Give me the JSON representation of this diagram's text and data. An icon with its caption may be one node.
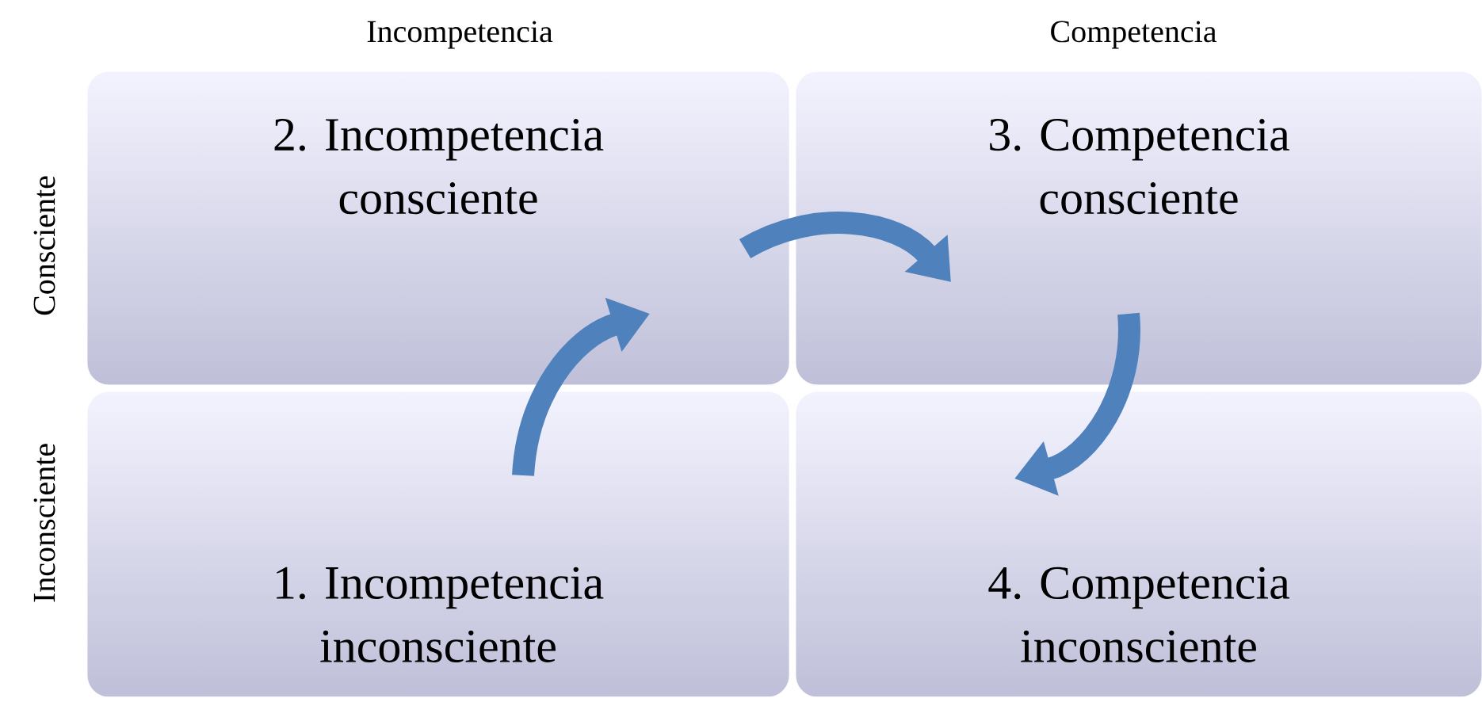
{
  "diagram": {
    "nodes": [
      {
        "text": [
          "2. Incompetencia consciente"
        ]
      },
      {
        "text": [
          "3. Competencia consciente"
        ]
      },
      {
        "text": [
          "1. Incompetencia inconsciente"
        ]
      },
      {
        "text": [
          "4. Competencia inconsciente"
        ]
      }
    ],
    "edges": [
      {
        "from": 2,
        "to": 0,
        "arrow": "to"
      },
      {
        "from": 0,
        "to": 1,
        "arrow": "to"
      },
      {
        "from": 1,
        "to": 3,
        "arrow": "to"
      }
    ],
    "labels": [
      "Incompetencia",
      "Competencia",
      "Consciente",
      "Inconsciente"
    ]
  }
}
